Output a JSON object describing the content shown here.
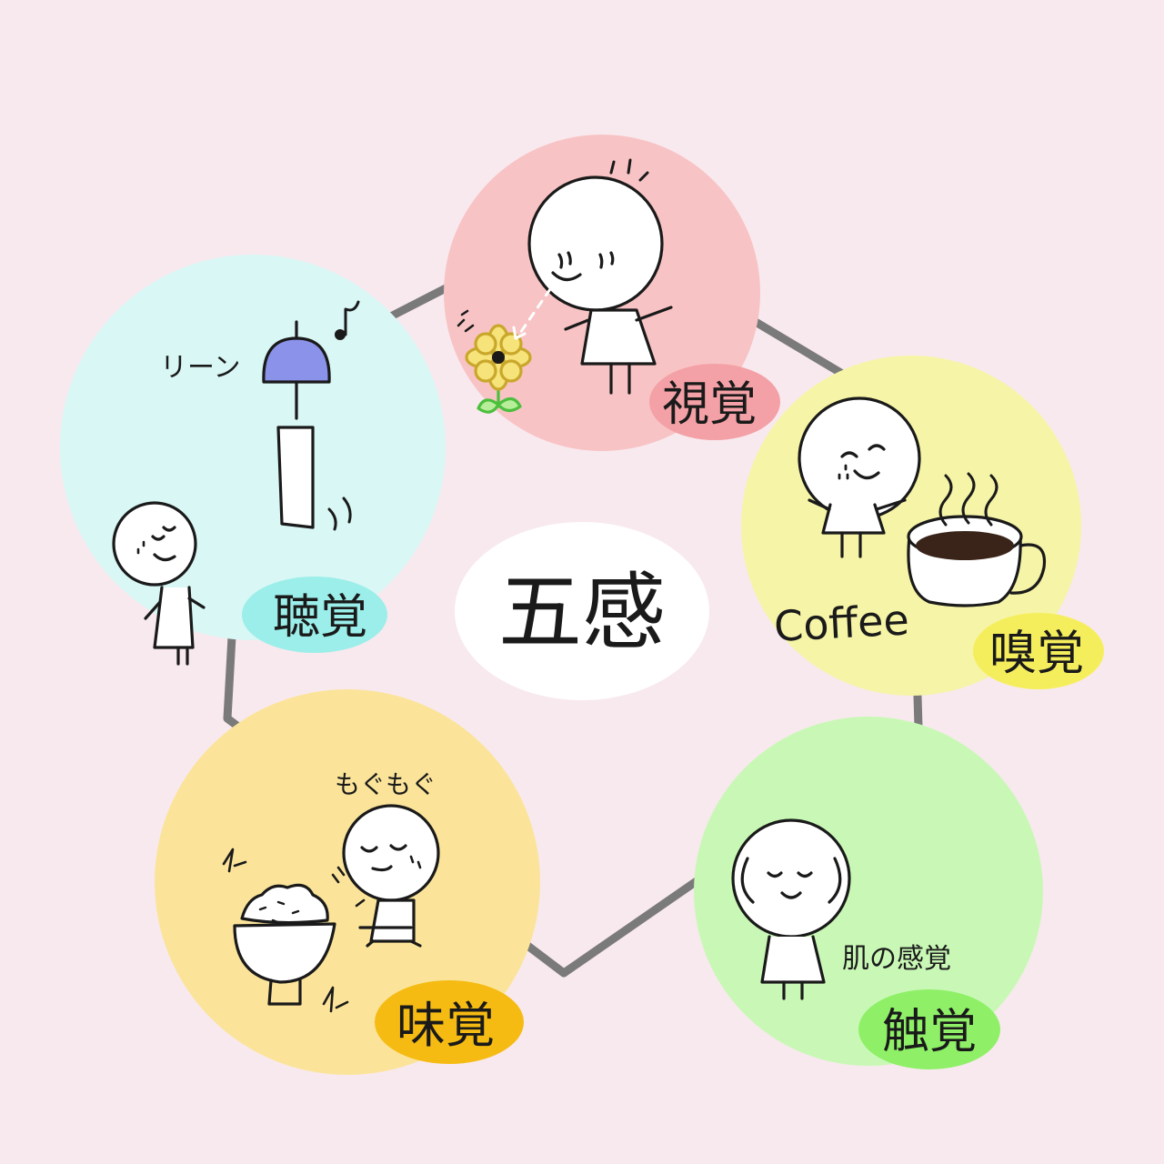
{
  "center": {
    "label": "五感"
  },
  "senses": [
    {
      "key": "sight",
      "label": "視覚",
      "bubble_color": "#f8c3c4",
      "tag_color": "#f3a1a6"
    },
    {
      "key": "smell",
      "label": "嗅覚",
      "bubble_color": "#f6f4a6",
      "tag_color": "#f5ee5c",
      "note": "Coffee"
    },
    {
      "key": "touch",
      "label": "触覚",
      "bubble_color": "#c9f8b6",
      "tag_color": "#8ff068",
      "note": "肌の感覚"
    },
    {
      "key": "taste",
      "label": "味覚",
      "bubble_color": "#fbe49a",
      "tag_color": "#f6bb12",
      "note": "もぐもぐ"
    },
    {
      "key": "hearing",
      "label": "聴覚",
      "bubble_color": "#d8f7f5",
      "tag_color": "#9beee9",
      "note": "リーン"
    }
  ],
  "colors": {
    "background": "#f8e9ee",
    "ring": "#7a7a7a",
    "ink": "#1a1a1a",
    "bell": "#8a92ea"
  }
}
